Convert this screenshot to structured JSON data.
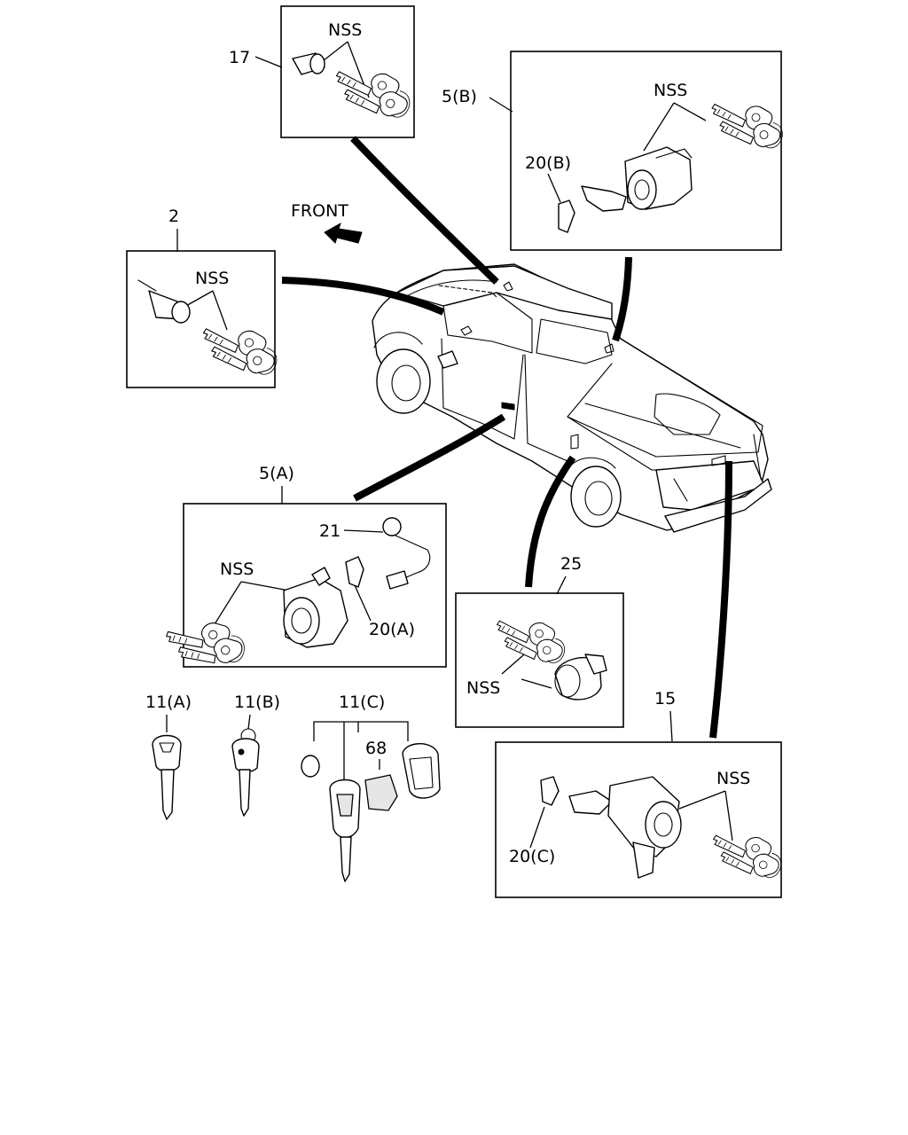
{
  "diagram": {
    "front_label": "FRONT",
    "callouts": {
      "c17": "17",
      "c17_nss": "NSS",
      "c5b": "5(B)",
      "c5b_nss": "NSS",
      "c20b": "20(B)",
      "c2": "2",
      "c2_nss": "NSS",
      "c5a": "5(A)",
      "c21": "21",
      "c5a_nss": "NSS",
      "c20a": "20(A)",
      "c25": "25",
      "c25_nss": "NSS",
      "c11a": "11(A)",
      "c11b": "11(B)",
      "c11c": "11(C)",
      "c68": "68",
      "c15": "15",
      "c15_nss": "NSS",
      "c20c": "20(C)"
    }
  }
}
